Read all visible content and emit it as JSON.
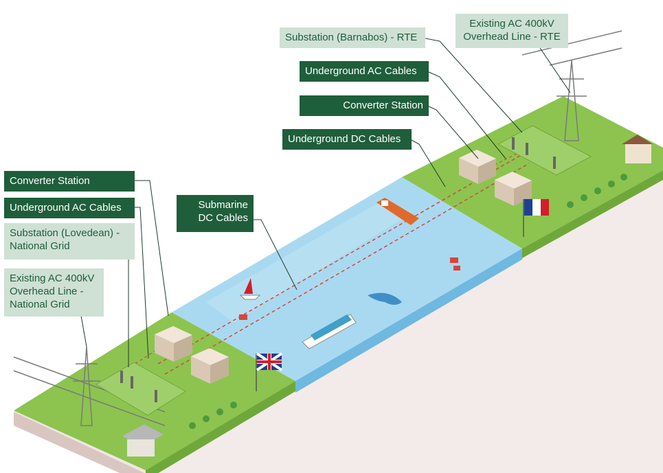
{
  "labels": {
    "uk_converter_station": "Converter Station",
    "uk_underground_ac": "Underground AC Cables",
    "uk_substation_line1": "Substation (Lovedean) -",
    "uk_substation_line2": "National Grid",
    "uk_overhead_line1": "Existing AC 400kV",
    "uk_overhead_line2": "Overhead Line -",
    "uk_overhead_line3": "National Grid",
    "submarine_line1": "Submarine",
    "submarine_line2": "DC Cables",
    "fr_substation": "Substation (Barnabos) - RTE",
    "fr_overhead_line1": "Existing AC 400kV",
    "fr_overhead_line2": "Overhead Line - RTE",
    "fr_underground_ac": "Underground AC Cables",
    "fr_converter_station": "Converter Station",
    "fr_underground_dc": "Underground DC Cables"
  },
  "colors": {
    "grass": "#8cc44f",
    "grass_dark": "#6fa83a",
    "soil_top": "#dcc9c4",
    "soil_side": "#e8dcd9",
    "water": "#9fd3ee",
    "water_deep": "#6fb8e0",
    "label_dark": "#1f5e3b",
    "label_light": "#cfe0d4",
    "cable_red": "#d9453b",
    "flag_blue": "#1f3f94",
    "flag_red": "#d21f2a"
  },
  "icons": [
    "pylon-icon",
    "converter-building-icon",
    "substation-icon",
    "house-icon",
    "cargo-ship-icon",
    "cruise-ship-icon",
    "sailboat-icon",
    "dolphin-icon",
    "buoy-icon",
    "uk-flag-icon",
    "france-flag-icon",
    "tree-icon"
  ]
}
